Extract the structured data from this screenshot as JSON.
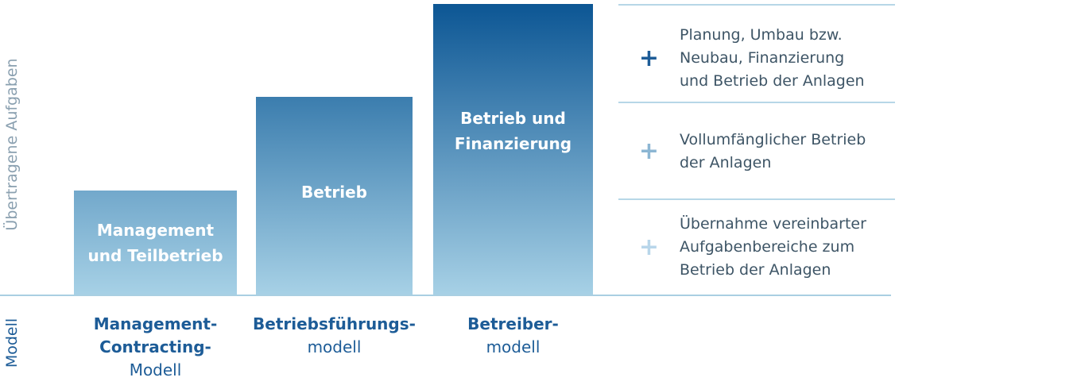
{
  "axis": {
    "y_label": "Übertragene Aufgaben",
    "model_label": "Modell"
  },
  "bars": [
    {
      "lines": [
        "Management",
        "und Teilbetrieb"
      ]
    },
    {
      "lines": [
        "Betrieb"
      ]
    },
    {
      "lines": [
        "Betrieb und",
        "Finanzierung"
      ]
    }
  ],
  "models": [
    {
      "bold": [
        "Management-",
        "Contracting-"
      ],
      "normal": "Modell"
    },
    {
      "bold": [
        "Betriebsführungs-"
      ],
      "normal": "modell"
    },
    {
      "bold": [
        "Betreiber-"
      ],
      "normal": "modell"
    }
  ],
  "tasks": [
    {
      "symbol": "+",
      "lines": [
        "Planung, Umbau bzw.",
        "Neubau, Finanzierung",
        "und Betrieb der Anlagen"
      ],
      "color": "#1d5c97"
    },
    {
      "symbol": "+",
      "lines": [
        "Vollumfänglicher Betrieb",
        "der Anlagen"
      ],
      "color": "#8cb6d3"
    },
    {
      "symbol": "+",
      "lines": [
        "Übernahme vereinbarter",
        "Aufgabenbereiche zum",
        "Betrieb der Anlagen"
      ],
      "color": "#b8d6ea"
    }
  ],
  "colors": {
    "dark_blue": "#0c5694",
    "mid_blue": "#3b7dae",
    "light_blue": "#a7d1e6",
    "text_grey": "#3e5566"
  }
}
